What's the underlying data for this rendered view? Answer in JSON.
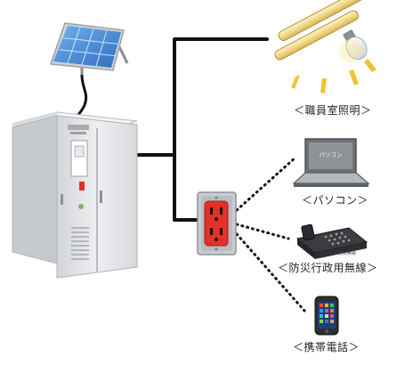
{
  "labels": {
    "lighting": "＜職員室照明＞",
    "pc": "＜パソコン＞",
    "radio": "＜防災行政用無線＞",
    "phone": "＜携帯電話＞"
  },
  "screen_texts": {
    "laptop_brand": "パソコン",
    "radio_caption": "デジタル防災無線"
  },
  "colors": {
    "wire": "#111111",
    "outlet_red": "#e0312a",
    "cabinet": "#e6e7e9",
    "solar_blue": "#4f8fd6"
  }
}
